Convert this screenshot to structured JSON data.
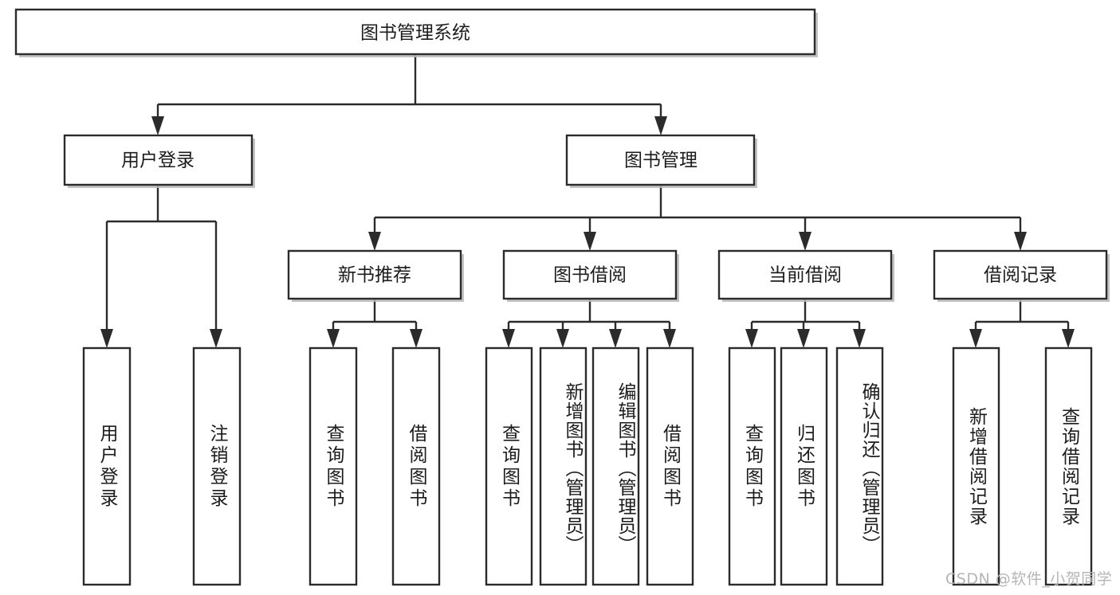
{
  "diagram": {
    "title": "图书管理系统",
    "type": "tree-hierarchy-diagram",
    "watermark": "CSDN @软件_小贺同学",
    "colors": {
      "box_stroke": "#2b2b2b",
      "box_fill": "#ffffff",
      "text": "#1c1c1c",
      "watermark": "#b5b5b5",
      "background": "#ffffff"
    },
    "root": {
      "label": "图书管理系统"
    },
    "level2": [
      {
        "label": "用户登录"
      },
      {
        "label": "图书管理"
      }
    ],
    "level3": [
      {
        "label": "新书推荐"
      },
      {
        "label": "图书借阅"
      },
      {
        "label": "当前借阅"
      },
      {
        "label": "借阅记录"
      }
    ],
    "leaves": {
      "user_login": [
        {
          "label": "用户登录"
        },
        {
          "label": "注销登录"
        }
      ],
      "new_book": [
        {
          "label": "查询图书"
        },
        {
          "label": "借阅图书"
        }
      ],
      "book_borrow": [
        {
          "label": "查询图书"
        },
        {
          "label": "新增图书（管理员）"
        },
        {
          "label": "编辑图书（管理员）"
        },
        {
          "label": "借阅图书"
        }
      ],
      "current_borrow": [
        {
          "label": "查询图书"
        },
        {
          "label": "归还图书"
        },
        {
          "label": "确认归还（管理员）"
        }
      ],
      "borrow_record": [
        {
          "label": "新增借阅记录"
        },
        {
          "label": "查询借阅记录"
        }
      ]
    }
  }
}
